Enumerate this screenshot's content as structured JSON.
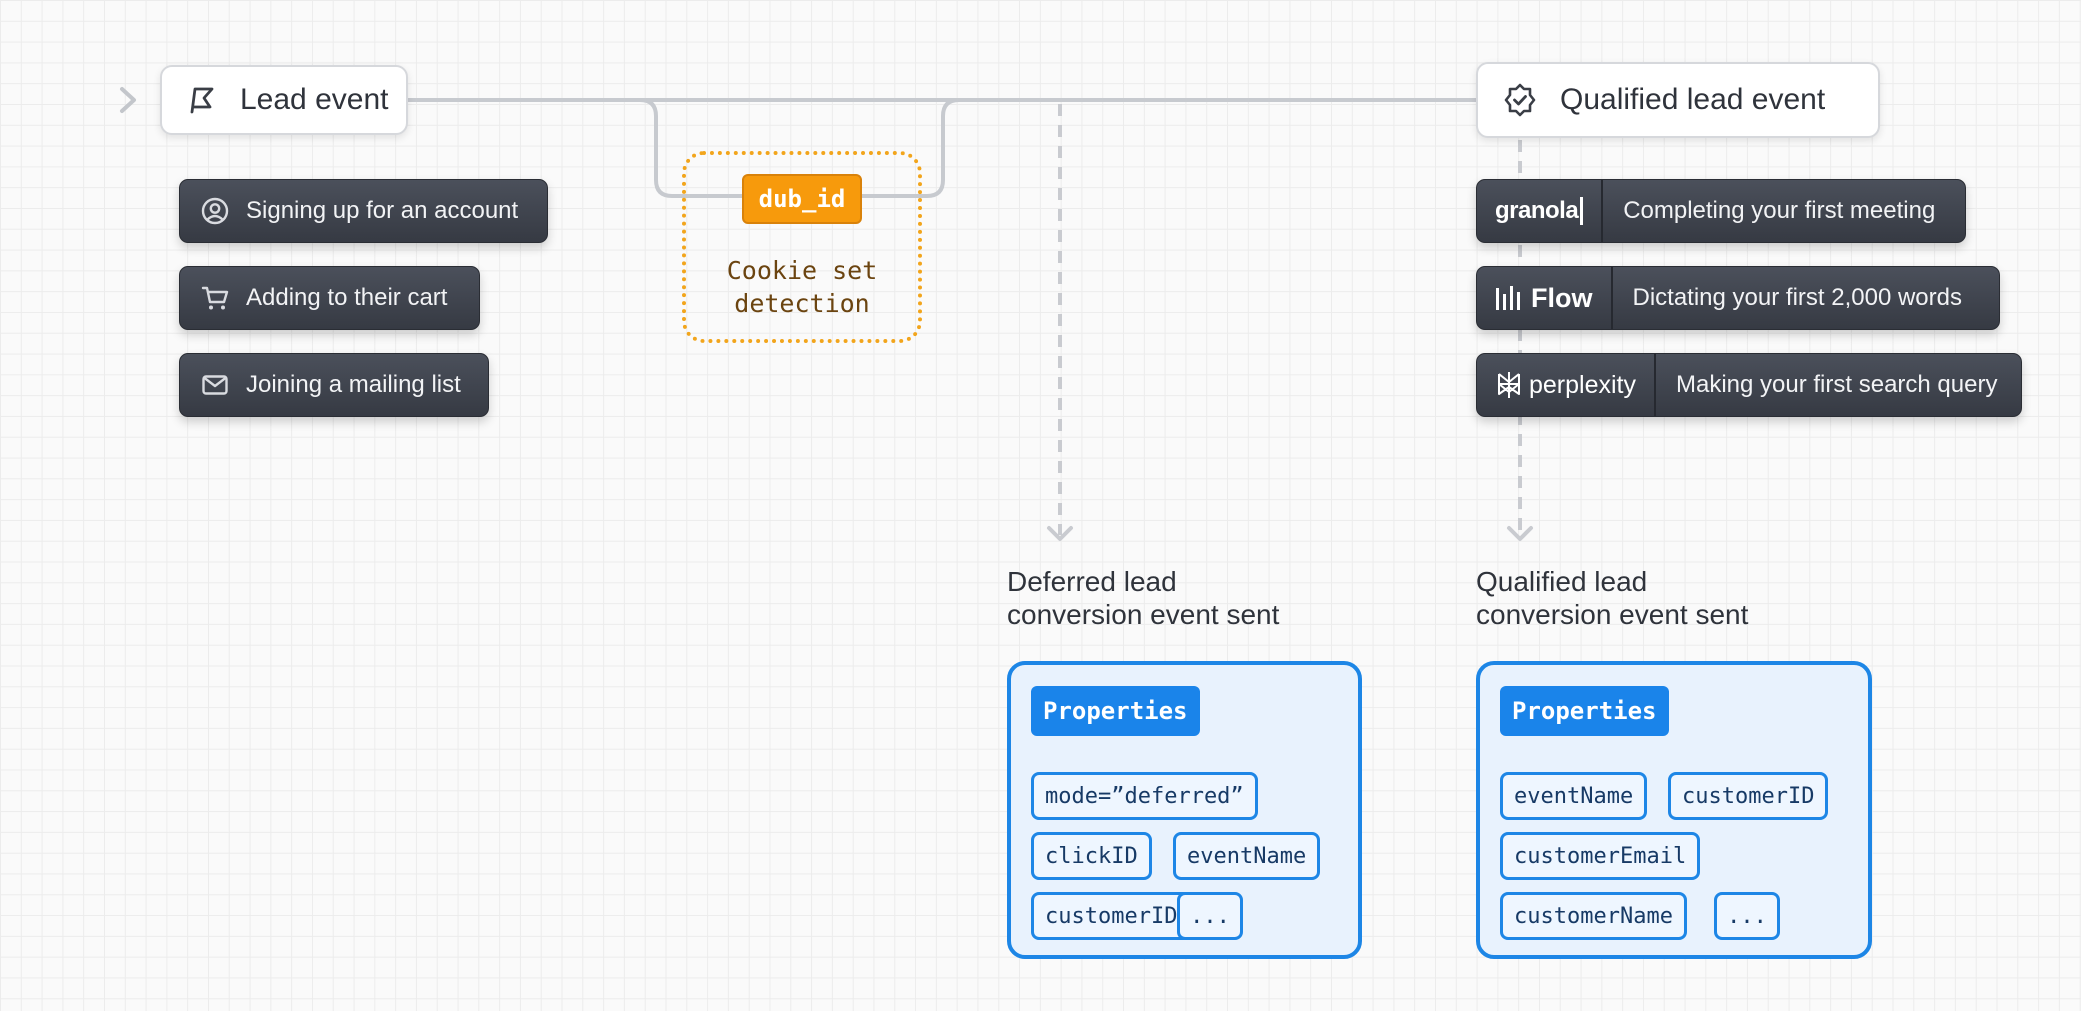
{
  "lead_event": {
    "label": "Lead event",
    "icon": "flag-icon"
  },
  "qualified_event": {
    "label": "Qualified lead event",
    "icon": "badge-check-icon"
  },
  "lead_actions": [
    {
      "label": "Signing up for an account",
      "icon": "user-circle-icon"
    },
    {
      "label": "Adding to their cart",
      "icon": "cart-icon"
    },
    {
      "label": "Joining a mailing list",
      "icon": "mail-icon"
    }
  ],
  "cookie": {
    "tag": "dub_id",
    "text": "Cookie set\ndetection"
  },
  "qualified_actions": [
    {
      "brand": "granola",
      "label": "Completing your first meeting"
    },
    {
      "brand": "Flow",
      "label": "Dictating your first 2,000 words"
    },
    {
      "brand": "perplexity",
      "label": "Making your first search query"
    }
  ],
  "deferred": {
    "caption_line1": "Deferred lead",
    "caption_line2": "conversion event sent",
    "title": "Properties",
    "chips": [
      "mode=”deferred”",
      "clickID",
      "eventName",
      "customerID",
      "..."
    ]
  },
  "qualified": {
    "caption_line1": "Qualified lead",
    "caption_line2": "conversion event sent",
    "title": "Properties",
    "chips": [
      "eventName",
      "customerID",
      "customerEmail",
      "customerName",
      "..."
    ]
  },
  "colors": {
    "accent_blue": "#1d86e6",
    "cookie_orange": "#f79a0c",
    "dark_pill": "#3f434c"
  }
}
